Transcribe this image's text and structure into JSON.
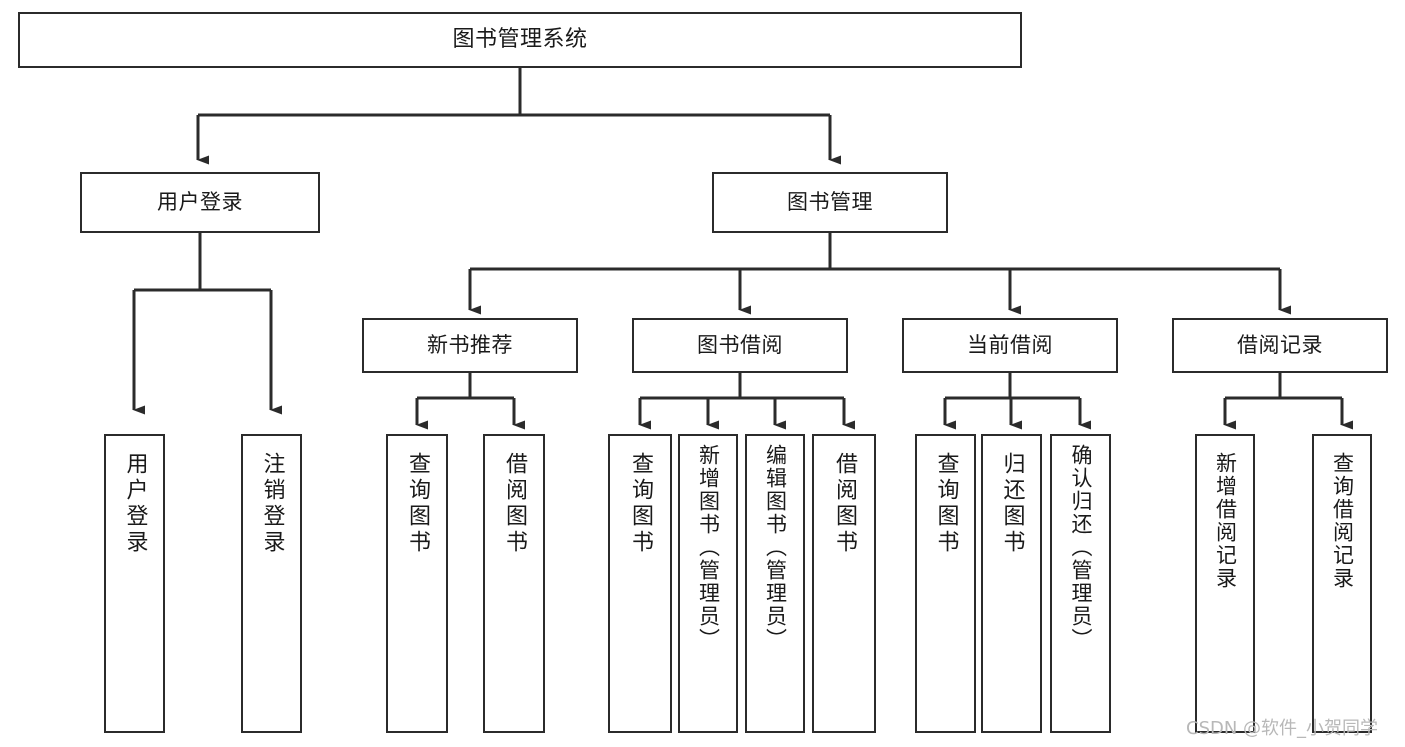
{
  "diagram": {
    "title": "图书管理系统",
    "type": "tree-hierarchy",
    "orientation": "top-down",
    "colors": {
      "stroke": "#2b2b2b",
      "fill": "#ffffff",
      "text": "#1a1a1a",
      "watermark": "#b8b8b8"
    },
    "watermark": "CSDN @软件_小贺同学"
  },
  "nodes": {
    "root": {
      "label": "图书管理系统"
    },
    "level1": [
      {
        "id": "user-login",
        "label": "用户登录"
      },
      {
        "id": "book-management",
        "label": "图书管理"
      }
    ],
    "level2": [
      {
        "id": "new-book-recommend",
        "label": "新书推荐"
      },
      {
        "id": "book-borrow",
        "label": "图书借阅"
      },
      {
        "id": "current-borrow",
        "label": "当前借阅"
      },
      {
        "id": "borrow-record",
        "label": "借阅记录"
      }
    ],
    "leaves": {
      "user_login": [
        {
          "id": "leaf-user-login",
          "label": "用户登录"
        },
        {
          "id": "leaf-logout",
          "label": "注销登录"
        }
      ],
      "new_book_recommend": [
        {
          "id": "leaf-query-book-1",
          "label": "查询图书"
        },
        {
          "id": "leaf-borrow-book-1",
          "label": "借阅图书"
        }
      ],
      "book_borrow": [
        {
          "id": "leaf-query-book-2",
          "label": "查询图书"
        },
        {
          "id": "leaf-add-book",
          "label": "新增图书（管理员）"
        },
        {
          "id": "leaf-edit-book",
          "label": "编辑图书（管理员）"
        },
        {
          "id": "leaf-borrow-book-2",
          "label": "借阅图书"
        }
      ],
      "current_borrow": [
        {
          "id": "leaf-query-book-3",
          "label": "查询图书"
        },
        {
          "id": "leaf-return-book",
          "label": "归还图书"
        },
        {
          "id": "leaf-confirm-return",
          "label": "确认归还（管理员）"
        }
      ],
      "borrow_record": [
        {
          "id": "leaf-add-record",
          "label": "新增借阅记录"
        },
        {
          "id": "leaf-query-record",
          "label": "查询借阅记录"
        }
      ]
    }
  }
}
